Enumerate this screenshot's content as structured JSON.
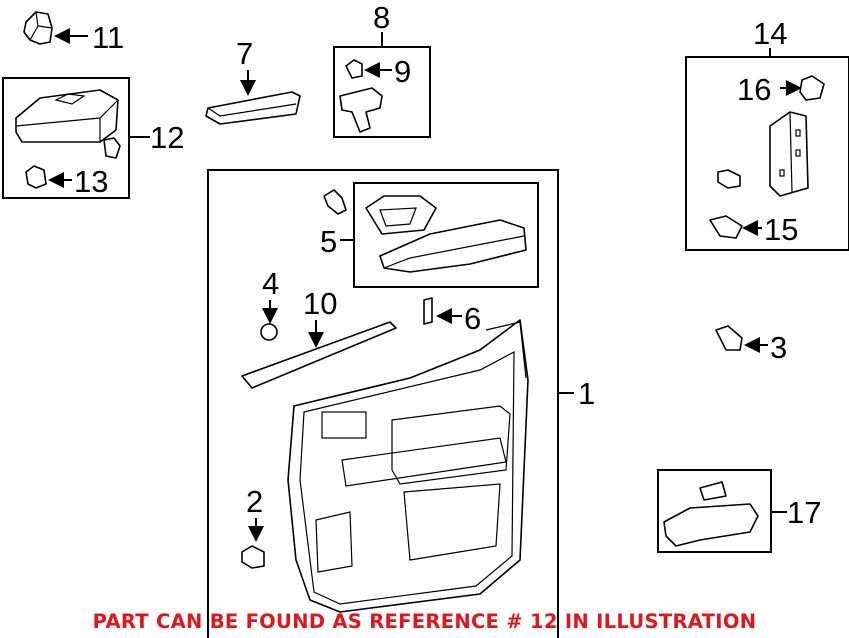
{
  "callouts": {
    "c1": "1",
    "c2": "2",
    "c3": "3",
    "c4": "4",
    "c5": "5",
    "c6": "6",
    "c7": "7",
    "c8": "8",
    "c9": "9",
    "c10": "10",
    "c11": "11",
    "c12": "12",
    "c13": "13",
    "c14": "14",
    "c15": "15",
    "c16": "16",
    "c17": "17"
  },
  "note": "PART CAN BE FOUND AS REFERENCE # 12 IN ILLUSTRATION",
  "colors": {
    "note": "#e5141b",
    "lines": "#000000"
  }
}
